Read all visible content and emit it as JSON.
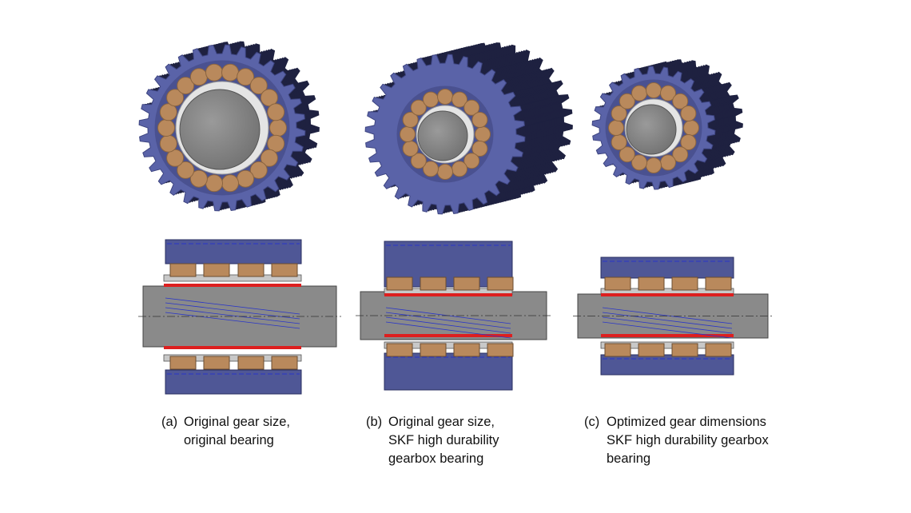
{
  "figure": {
    "panels": [
      {
        "id": "a",
        "tag": "(a)",
        "caption_lines": [
          "Original gear size,",
          "original bearing"
        ]
      },
      {
        "id": "b",
        "tag": "(b)",
        "caption_lines": [
          "Original gear size,",
          "SKF high durability",
          "gearbox bearing"
        ]
      },
      {
        "id": "c",
        "tag": "(c)",
        "caption_lines": [
          "Optimized gear dimensions",
          "SKF high durability gearbox",
          "bearing"
        ]
      }
    ]
  },
  "colors": {
    "gear_face": "#5a63a8",
    "gear_dark": "#1e2140",
    "roller": "#b9895c",
    "shaft": "#8a8a8a",
    "race_section": "#c8c8c8",
    "race_highlight": "#dd1f1f",
    "gear_section": "#4f5796"
  }
}
